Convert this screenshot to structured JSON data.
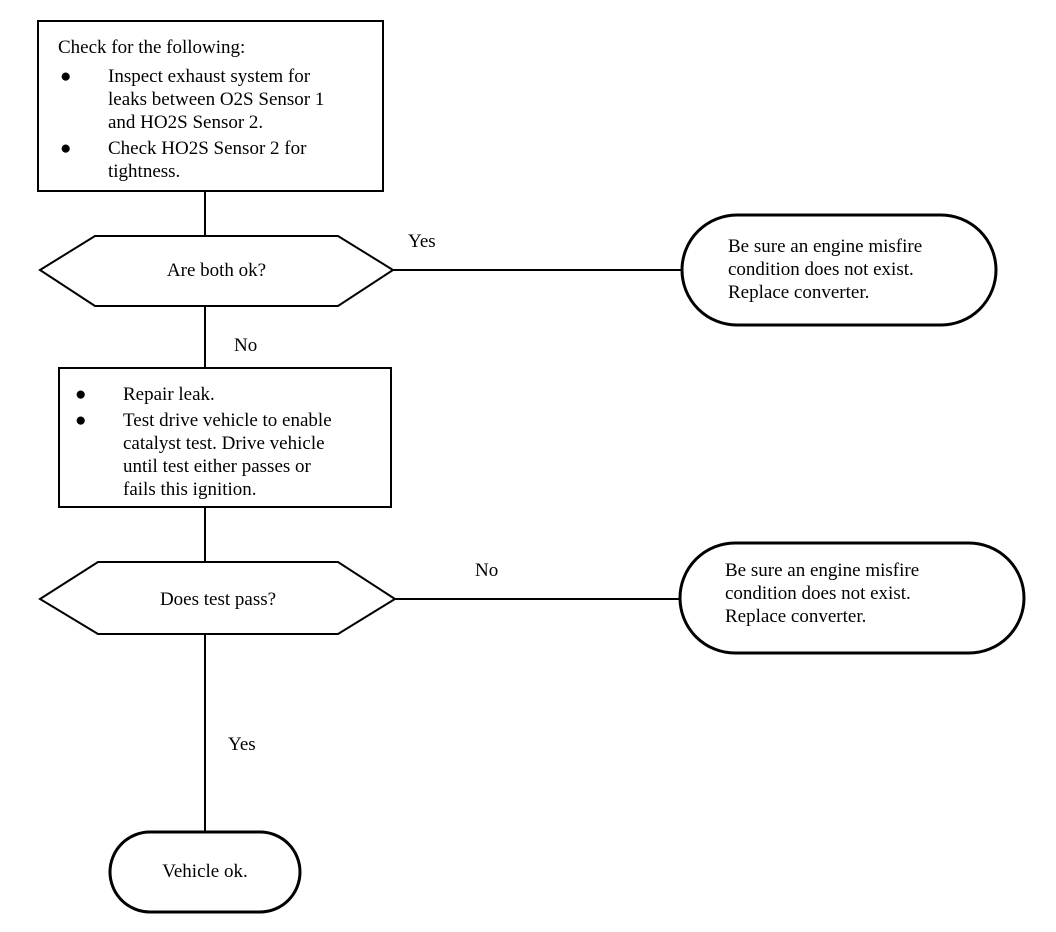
{
  "check_box": {
    "heading": "Check for the following:",
    "items": [
      "Inspect exhaust system for\nleaks between O2S Sensor 1\nand HO2S Sensor 2.",
      "Check HO2S Sensor 2 for\ntightness."
    ]
  },
  "decision1": {
    "label": "Are both ok?",
    "yes_label": "Yes",
    "no_label": "No"
  },
  "result1": {
    "text": "Be sure an engine misfire\ncondition does not exist.\nReplace converter."
  },
  "repair_box": {
    "items": [
      "Repair leak.",
      "Test drive vehicle to enable\ncatalyst test. Drive vehicle\nuntil test either passes or\nfails this ignition."
    ]
  },
  "decision2": {
    "label": "Does test pass?",
    "no_label": "No",
    "yes_label": "Yes"
  },
  "result2": {
    "text": "Be sure an engine misfire\ncondition does not exist.\nReplace converter."
  },
  "terminal": {
    "text": "Vehicle ok."
  },
  "bullet_glyph": "●"
}
